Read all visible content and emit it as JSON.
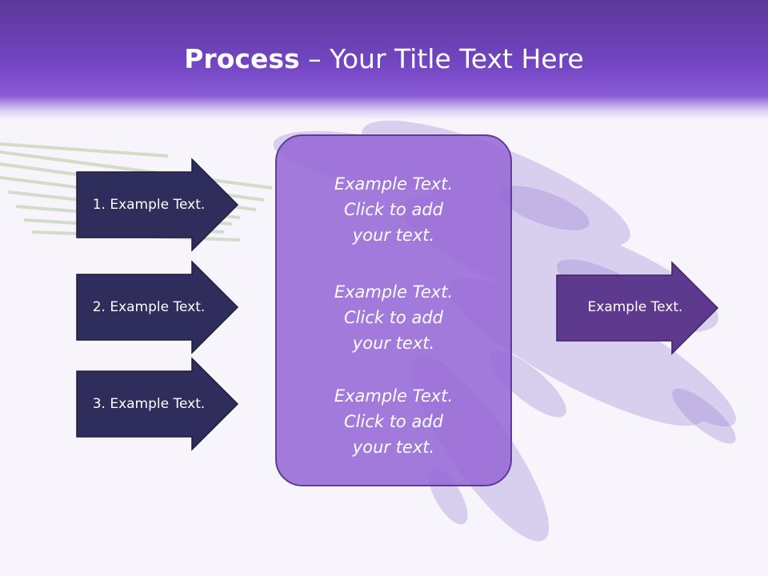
{
  "header": {
    "title_bold": "Process",
    "title_dash": " – ",
    "title_rest": "Your Title Text Here"
  },
  "left_arrows": [
    {
      "label": "1. Example Text."
    },
    {
      "label": "2. Example Text."
    },
    {
      "label": "3. Example Text."
    }
  ],
  "center_box": {
    "blocks": [
      {
        "lines": [
          "Example Text.",
          "Click  to add",
          "your text."
        ]
      },
      {
        "lines": [
          "Example Text.",
          "Click  to add",
          "your text."
        ]
      },
      {
        "lines": [
          "Example Text.",
          "Click  to add",
          "your text."
        ]
      }
    ]
  },
  "right_arrow": {
    "label": "Example Text."
  },
  "colors": {
    "header_purple": "#7446c4",
    "left_arrow_fill": "#2e2d5b",
    "center_box_fill": "#9669d7",
    "right_arrow_fill": "#5e3a8f"
  }
}
